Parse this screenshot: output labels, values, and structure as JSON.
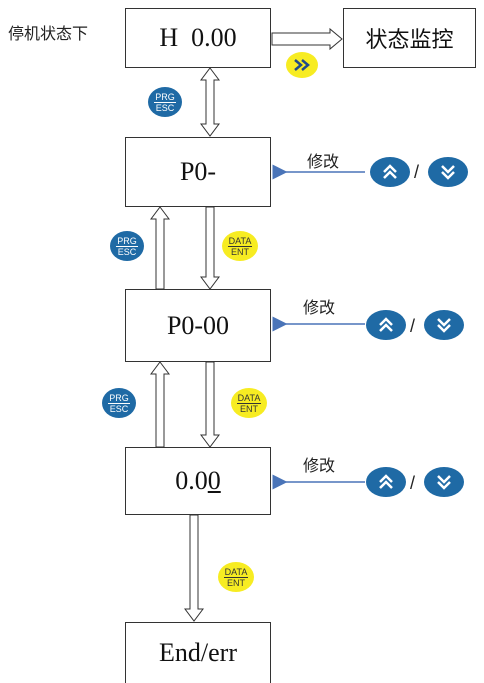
{
  "diagram": {
    "state_label": "停机状态下",
    "monitor_label": "状态监控",
    "modify_label": "修改",
    "slash": "/",
    "boxes": {
      "h": "H  0.00",
      "p0": "P0-",
      "p0_00": "P0-00",
      "value_prefix": "0.0",
      "value_underlined": "0",
      "end": "End/err"
    },
    "keys": {
      "prg_top": "PRG",
      "prg_bottom": "ESC",
      "data_top": "DATA",
      "data_bottom": "ENT"
    },
    "icons": {
      "shift": "double-right-chevron-icon",
      "up": "double-up-chevron-icon",
      "down": "double-down-chevron-icon"
    },
    "colors": {
      "blue_key": "#1f6aa5",
      "yellow_key": "#f7ec22",
      "arrow_blue": "#4a74b8"
    }
  }
}
